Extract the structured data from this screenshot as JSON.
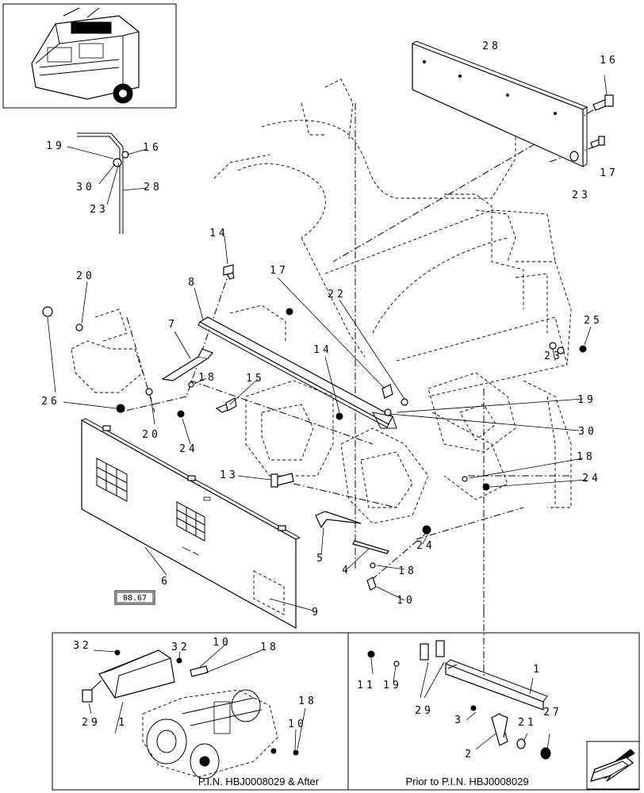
{
  "callouts": [
    {
      "id": "c28",
      "text": "28"
    },
    {
      "id": "c16a",
      "text": "16"
    },
    {
      "id": "c17a",
      "text": "17"
    },
    {
      "id": "c23a",
      "text": "23"
    },
    {
      "id": "c19a",
      "text": "19"
    },
    {
      "id": "c16b",
      "text": "16"
    },
    {
      "id": "c30a",
      "text": "30"
    },
    {
      "id": "c23b",
      "text": "23"
    },
    {
      "id": "c28b",
      "text": "28"
    },
    {
      "id": "c14a",
      "text": "14"
    },
    {
      "id": "c20a",
      "text": "20"
    },
    {
      "id": "c8",
      "text": "8"
    },
    {
      "id": "c17b",
      "text": "17"
    },
    {
      "id": "c22",
      "text": "22"
    },
    {
      "id": "c7",
      "text": "7"
    },
    {
      "id": "c25",
      "text": "25"
    },
    {
      "id": "c26",
      "text": "26"
    },
    {
      "id": "c18a",
      "text": "18"
    },
    {
      "id": "c15",
      "text": "15"
    },
    {
      "id": "c14b",
      "text": "14"
    },
    {
      "id": "c23c",
      "text": "23"
    },
    {
      "id": "c19b",
      "text": "19"
    },
    {
      "id": "c20b",
      "text": "20"
    },
    {
      "id": "c24a",
      "text": "24"
    },
    {
      "id": "c30b",
      "text": "30"
    },
    {
      "id": "c13",
      "text": "13"
    },
    {
      "id": "c18b",
      "text": "18"
    },
    {
      "id": "c24b",
      "text": "24"
    },
    {
      "id": "c5",
      "text": "5"
    },
    {
      "id": "c24c",
      "text": "24"
    },
    {
      "id": "c4",
      "text": "4"
    },
    {
      "id": "c18c",
      "text": "18"
    },
    {
      "id": "c6",
      "text": "6"
    },
    {
      "id": "c10a",
      "text": "10"
    },
    {
      "id": "c9",
      "text": "9"
    },
    {
      "id": "c32a",
      "text": "32"
    },
    {
      "id": "c32b",
      "text": "32"
    },
    {
      "id": "c10b",
      "text": "10"
    },
    {
      "id": "c18d",
      "text": "18"
    },
    {
      "id": "c29a",
      "text": "29"
    },
    {
      "id": "c1a",
      "text": "1"
    },
    {
      "id": "c18e",
      "text": "18"
    },
    {
      "id": "c10c",
      "text": "10"
    },
    {
      "id": "c11",
      "text": "11"
    },
    {
      "id": "c19c",
      "text": "19"
    },
    {
      "id": "c29b",
      "text": "29"
    },
    {
      "id": "c1b",
      "text": "1"
    },
    {
      "id": "c3",
      "text": "3"
    },
    {
      "id": "c21",
      "text": "21"
    },
    {
      "id": "c27",
      "text": "27"
    },
    {
      "id": "c2",
      "text": "2"
    }
  ],
  "reference_box": {
    "text": "08.67"
  },
  "insets": {
    "left_caption": "P.I.N. HBJ0008029 & After",
    "right_caption": "Prior to P.I.N. HBJ0008029"
  },
  "icons": {
    "locator": "baler-locator-icon",
    "navigation": "next-page-arrow-icon"
  }
}
